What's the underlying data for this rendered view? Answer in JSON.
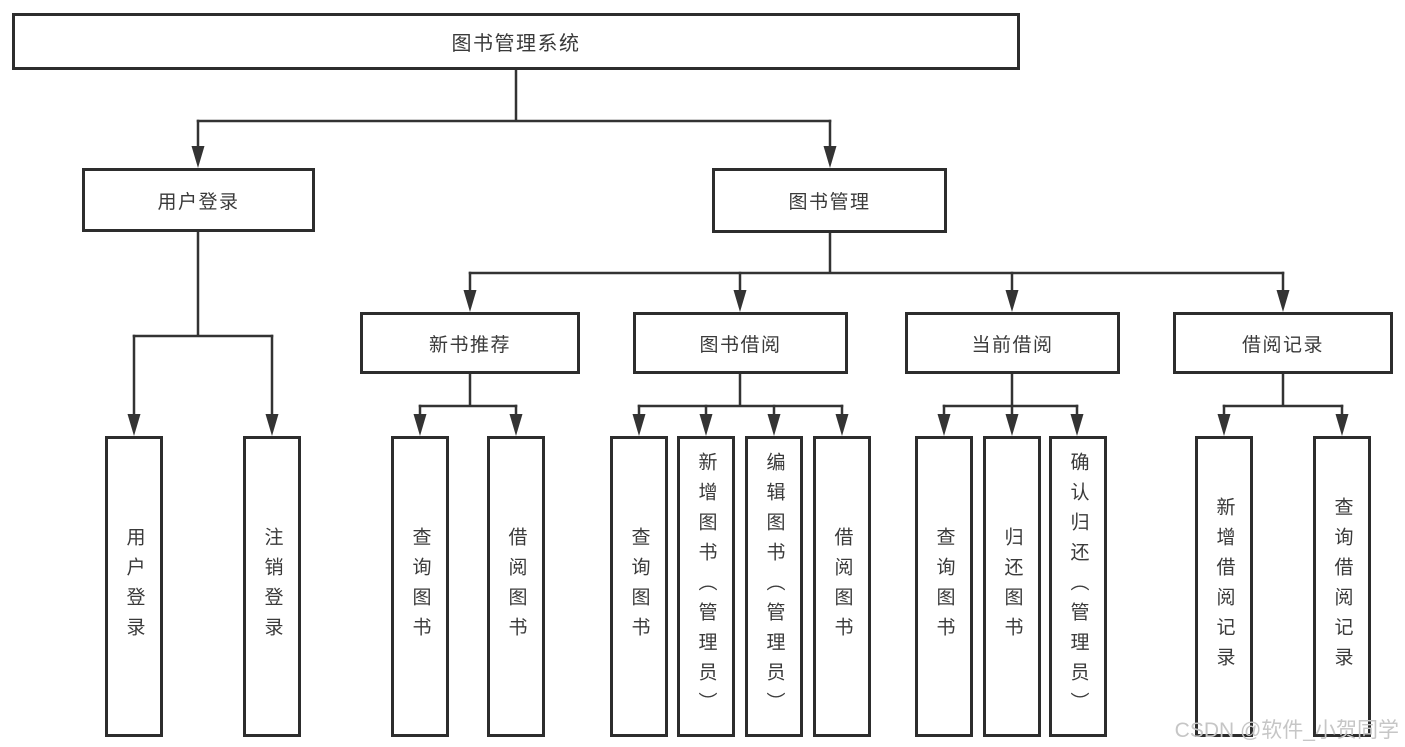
{
  "diagram": {
    "title": "图书管理系统",
    "branches": [
      {
        "label": "用户登录",
        "children": [
          {
            "label": "用户登录"
          },
          {
            "label": "注销登录"
          }
        ]
      },
      {
        "label": "图书管理",
        "children": [
          {
            "label": "新书推荐",
            "children": [
              {
                "label": "查询图书"
              },
              {
                "label": "借阅图书"
              }
            ]
          },
          {
            "label": "图书借阅",
            "children": [
              {
                "label": "查询图书"
              },
              {
                "label": "新增图书（管理员）"
              },
              {
                "label": "编辑图书（管理员）"
              },
              {
                "label": "借阅图书"
              }
            ]
          },
          {
            "label": "当前借阅",
            "children": [
              {
                "label": "查询图书"
              },
              {
                "label": "归还图书"
              },
              {
                "label": "确认归还（管理员）"
              }
            ]
          },
          {
            "label": "借阅记录",
            "children": [
              {
                "label": "新增借阅记录"
              },
              {
                "label": "查询借阅记录"
              }
            ]
          }
        ]
      }
    ]
  },
  "watermark": {
    "text": "CSDN @软件_小贺同学"
  },
  "colors": {
    "line": "#333333",
    "box_border": "#2d2d2d",
    "text": "#3a3a3a",
    "watermark": "#c6c6c6",
    "background": "#ffffff"
  }
}
